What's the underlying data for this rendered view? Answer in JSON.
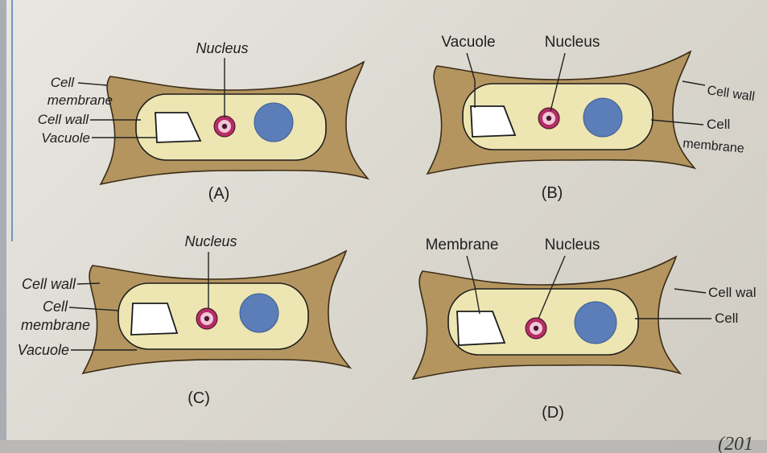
{
  "panels": [
    {
      "id": "A",
      "caption": "(A)",
      "labels": {
        "nucleus": "Nucleus",
        "cell_membrane_1": "Cell",
        "cell_membrane_2": "membrane",
        "cell_wall": "Cell wall",
        "vacuole": "Vacuole"
      }
    },
    {
      "id": "B",
      "caption": "(B)",
      "labels": {
        "vacuole": "Vacuole",
        "nucleus": "Nucleus",
        "cell_wall": "Cell wall",
        "cell_membrane_1": "Cell",
        "cell_membrane_2": "membrane"
      }
    },
    {
      "id": "C",
      "caption": "(C)",
      "labels": {
        "nucleus": "Nucleus",
        "cell_wall": "Cell wall",
        "cell_membrane_1": "Cell",
        "cell_membrane_2": "membrane",
        "vacuole": "Vacuole"
      }
    },
    {
      "id": "D",
      "caption": "(D)",
      "labels": {
        "membrane": "Membrane",
        "nucleus": "Nucleus",
        "cell_wall": "Cell wal",
        "cell": "Cell"
      }
    }
  ],
  "page_fragment": "(201",
  "colors": {
    "cell_wall": "#b4955f",
    "cytoplasm": "#ede6b2",
    "nucleus": "#b52d66",
    "blue_body": "#5b7db8",
    "vacuole": "#ffffff"
  }
}
